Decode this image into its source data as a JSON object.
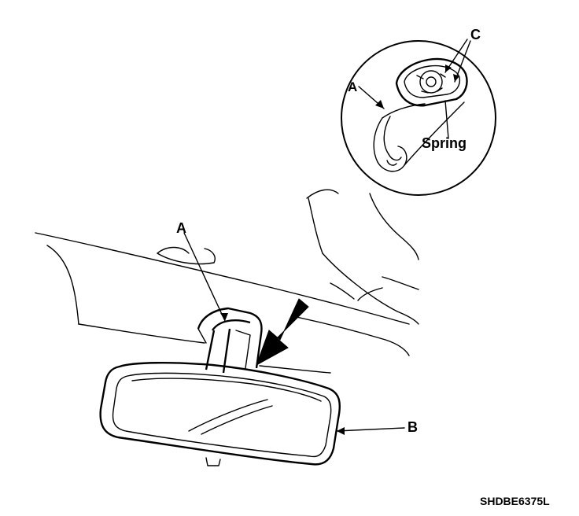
{
  "labels": {
    "a_main": "A",
    "a_inset": "A",
    "b": "B",
    "c": "C",
    "spring": "Spring"
  },
  "figure_code": "SHDBE6375L"
}
